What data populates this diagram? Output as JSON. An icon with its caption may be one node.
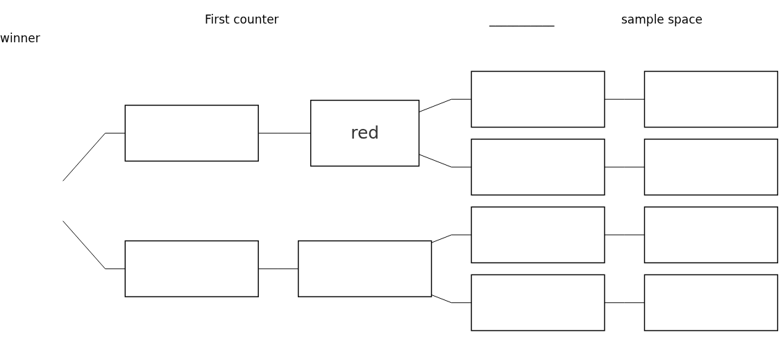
{
  "diagram": {
    "nodes": [
      {
        "text": [],
        "shape": "box"
      },
      {
        "text": [],
        "shape": "box"
      },
      {
        "text": [
          "red"
        ]
      },
      {
        "text": [],
        "shape": "box"
      },
      {
        "text": [],
        "shape": "box"
      },
      {
        "text": [],
        "shape": "box"
      },
      {
        "text": [],
        "shape": "box"
      },
      {
        "text": [],
        "shape": "box"
      },
      {
        "text": [],
        "shape": "box"
      },
      {
        "text": [],
        "shape": "box"
      },
      {
        "text": [],
        "shape": "box"
      },
      {
        "text": [],
        "shape": "box"
      }
    ],
    "edges": [
      {
        "from": null,
        "to": 0,
        "arrow": "none"
      },
      {
        "from": null,
        "to": 1,
        "arrow": "none"
      },
      {
        "from": 0,
        "to": 2,
        "arrow": "none"
      },
      {
        "from": 1,
        "to": 3,
        "arrow": "none"
      },
      {
        "from": 2,
        "to": 4,
        "arrow": "none"
      },
      {
        "from": 2,
        "to": 5,
        "arrow": "none"
      },
      {
        "from": 3,
        "to": 6,
        "arrow": "none"
      },
      {
        "from": 3,
        "to": 7,
        "arrow": "none"
      },
      {
        "from": 4,
        "to": 8,
        "arrow": "none"
      },
      {
        "from": 5,
        "to": 9,
        "arrow": "none"
      },
      {
        "from": 6,
        "to": 10,
        "arrow": "none"
      },
      {
        "from": 7,
        "to": 11,
        "arrow": "none"
      }
    ],
    "labels": [
      "First counter",
      "___________",
      "sample space",
      "winner"
    ]
  }
}
